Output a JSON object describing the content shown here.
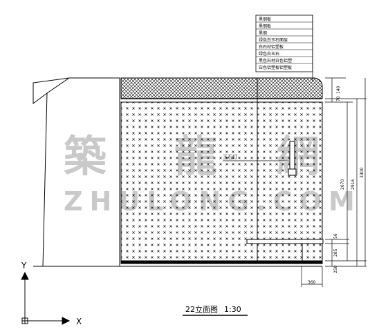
{
  "drawing": {
    "title": "22立面图",
    "scale": "1:30",
    "watermark": {
      "chinese": [
        "築",
        "龍",
        "網"
      ],
      "latin": "ZHULONG.COM"
    },
    "callout_lines": [
      "黑钢板",
      "黑钢板",
      "黑钢",
      "绿色白玉石面层",
      "白石材铝塑板",
      "绿色白玉石",
      "黑色石材白色铝塑",
      "白色铝塑板铝塑板"
    ],
    "inner_label": "玉石灯",
    "dimensions": {
      "top_a": "140",
      "top_b": "70",
      "mid": "2670",
      "total_inner": "2916",
      "total": "3300",
      "d56": "56",
      "d285": "285",
      "d250": "250",
      "bottom": "360"
    },
    "ucs": {
      "x_label": "X",
      "y_label": "Y"
    }
  }
}
